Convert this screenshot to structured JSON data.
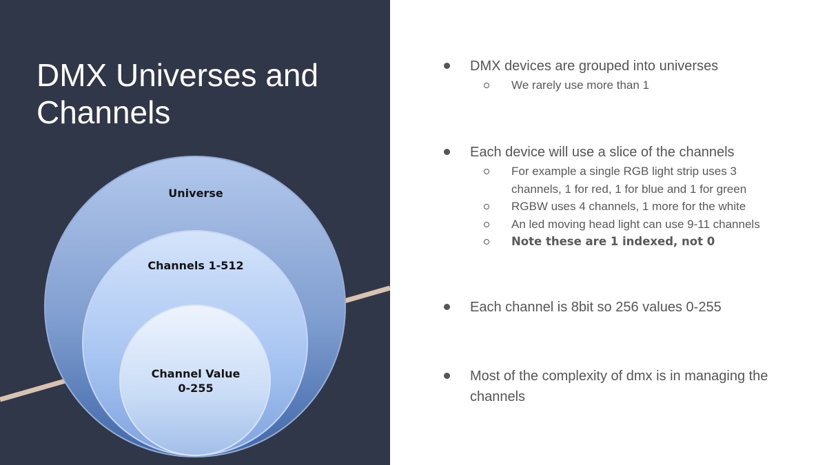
{
  "slide": {
    "title_line1": "DMX Universes and",
    "title_line2": "Channels",
    "colors": {
      "left_bg": "#303749",
      "accent": "#d8c3b0",
      "text": "#555555"
    }
  },
  "diagram": {
    "outer_label": "Universe",
    "middle_label": "Channels 1-512",
    "inner_label_line1": "Channel Value",
    "inner_label_line2": "0-255"
  },
  "bullets": [
    {
      "text": "DMX devices are grouped into universes",
      "subs": [
        "We rarely use more than 1"
      ]
    },
    {
      "text": "Each device will use a slice of the channels",
      "subs": [
        "For example a single RGB light strip uses 3 channels, 1 for red, 1 for blue and 1 for green",
        "RGBW uses 4 channels, 1 more for the white",
        "An led moving head light can use 9-11 channels",
        "Note these are 1 indexed, not 0"
      ]
    },
    {
      "text": "Each channel is 8bit so 256 values 0-255",
      "subs": []
    },
    {
      "text": "Most of the complexity of dmx is in managing the channels",
      "subs": []
    }
  ]
}
